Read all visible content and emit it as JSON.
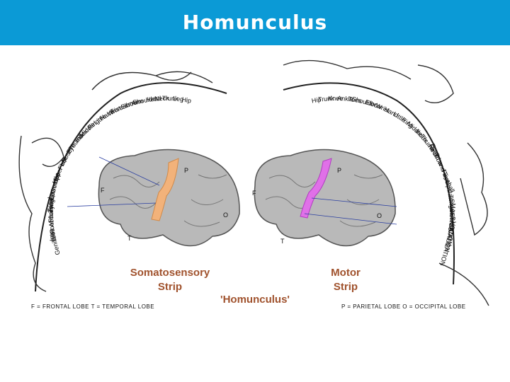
{
  "header": {
    "title": "Homunculus"
  },
  "colors": {
    "title_bar": "#0b9ad6",
    "somatosensory": "#f2b27a",
    "motor": "#e070e8",
    "caption": "#a0522d"
  },
  "diagram": {
    "caption_left": [
      "Somatosensory",
      "Strip"
    ],
    "caption_center": "'Homunculus'",
    "caption_right": [
      "Motor",
      "Strip"
    ],
    "legend_left": "F = FRONTAL LOBE   T = TEMPORAL LOBE",
    "legend_right": "P = PARIETAL LOBE   O = OCCIPITAL LOBE",
    "lobe_letters": {
      "p": "P",
      "f": "F",
      "o": "O",
      "t": "T"
    },
    "sensory_labels": [
      "Hip",
      "Leg",
      "Trunk",
      "Neck",
      "Head",
      "Shoulder",
      "Arm",
      "Elbow",
      "Forearm",
      "Wrist",
      "Hand",
      "Little",
      "Ring",
      "Middle",
      "Index",
      "Thumb",
      "Eye",
      "Nose",
      "Face",
      "Upper Lip",
      "Lips",
      "Lower Lip",
      "Teeth, Gums",
      "Tongue",
      "Pharynx",
      "Intra Abdominal",
      "Foot",
      "Toes",
      "Genitals"
    ],
    "motor_labels": [
      "Hip",
      "Trunk",
      "Knee",
      "Ankle",
      "Toes",
      "Shoulder",
      "Elbow",
      "Wrist",
      "Hand",
      "Little",
      "Ring",
      "Middle",
      "Index",
      "Thumb",
      "Neck",
      "Brow",
      "Eyelid and Eyeball",
      "Face",
      "Lips",
      "Jaw",
      "Tongue",
      "Swallowing",
      "MASTICATION",
      "SALIVATION",
      "VOCALIZATION"
    ]
  }
}
